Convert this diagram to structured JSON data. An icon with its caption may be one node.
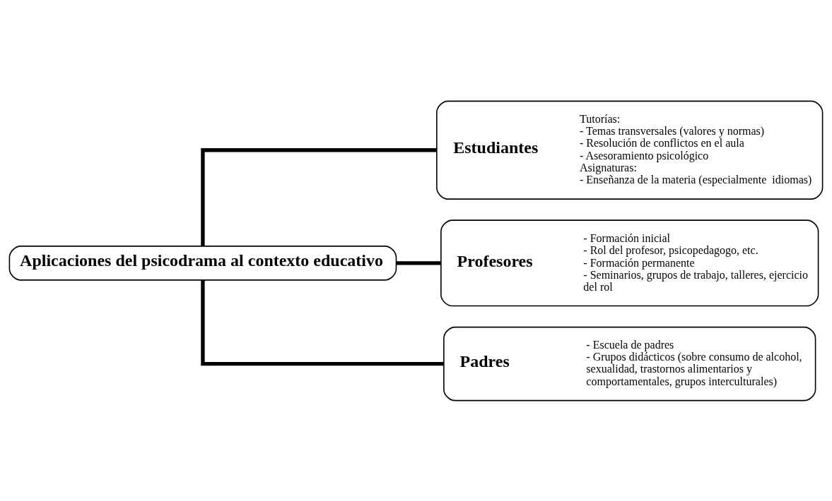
{
  "diagram": {
    "nodes": [
      {
        "text": [
          "Aplicaciones del psicodrama al contexto educativo"
        ]
      },
      {
        "text": [
          "Estudiantes",
          "Tutorías:",
          "- Temas transversales (valores y normas)",
          "- Resolución de conflictos en el aula",
          "- Asesoramiento psicológico",
          "Asignaturas:",
          "- Enseñanza de la materia (especialmente  idiomas)"
        ]
      },
      {
        "text": [
          "Profesores",
          "- Formación inicial",
          "- Rol del profesor, psicopedagogo, etc.",
          "- Formación permanente",
          "- Seminarios, grupos de trabajo, talleres, ejercicio del rol"
        ]
      },
      {
        "text": [
          "Padres",
          "- Escuela de padres",
          "- Grupos didácticos (sobre consumo de alcohol, sexualidad, trastornos alimentarios y comportamentales, grupos interculturales)"
        ]
      }
    ],
    "edges": [
      {
        "from": 0,
        "to": 1,
        "arrow": "none"
      },
      {
        "from": 0,
        "to": 2,
        "arrow": "none"
      },
      {
        "from": 0,
        "to": 3,
        "arrow": "none"
      }
    ]
  }
}
